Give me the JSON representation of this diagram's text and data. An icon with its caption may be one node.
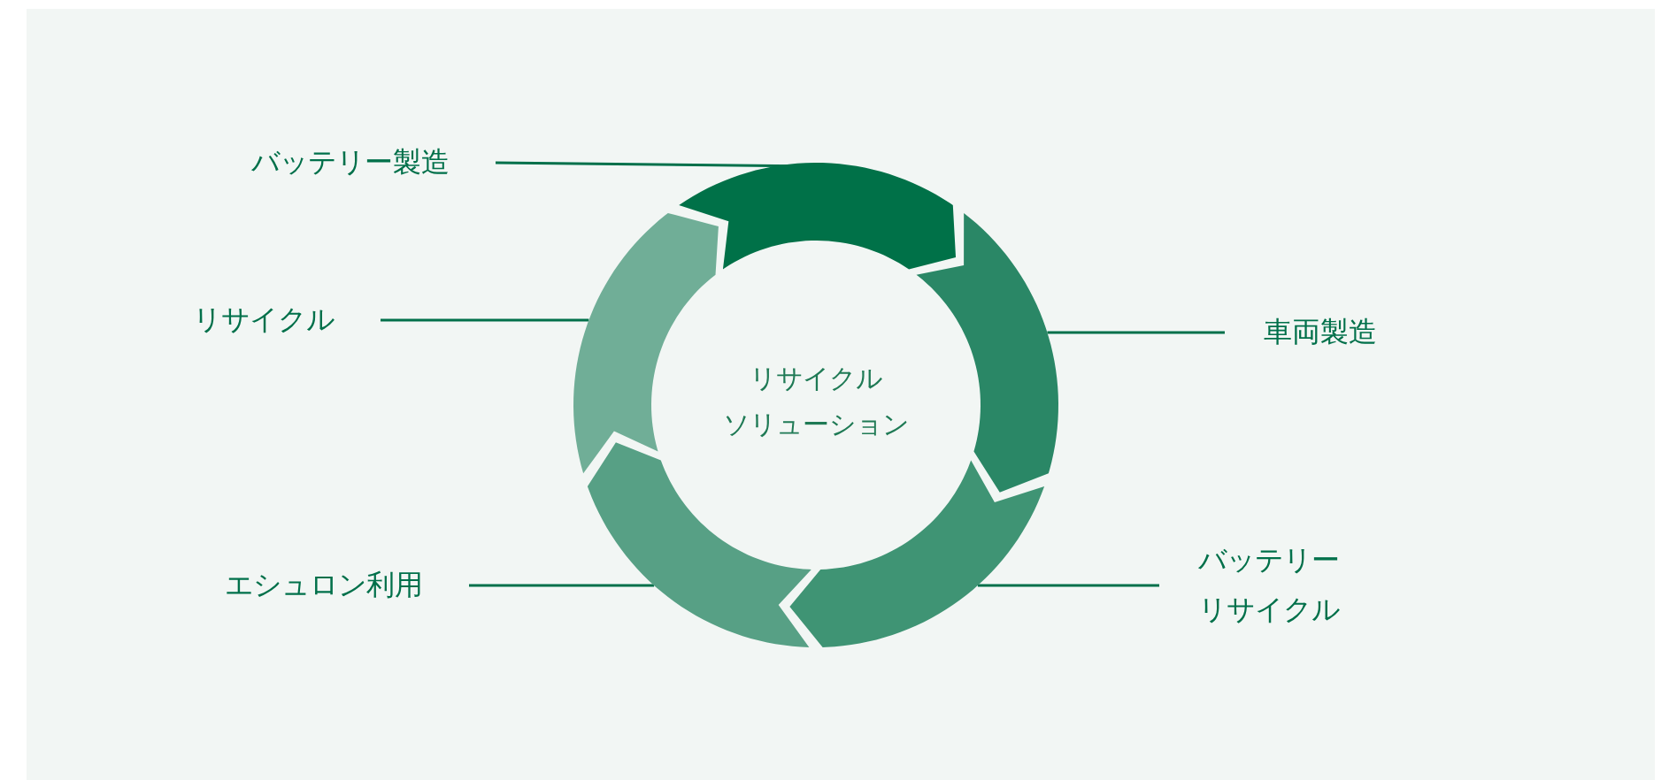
{
  "diagram": {
    "nodes": [
      {
        "text": [
          "リサイクル",
          "ソリューション"
        ]
      },
      {
        "text": [],
        "shape": "arc"
      },
      {
        "text": [],
        "shape": "arc"
      },
      {
        "text": [],
        "shape": "arc"
      },
      {
        "text": [],
        "shape": "arc"
      },
      {
        "text": [],
        "shape": "arc"
      },
      {
        "text": [
          "バッテリー製造"
        ]
      },
      {
        "text": [
          "リサイクル"
        ]
      },
      {
        "text": [
          "車両製造"
        ]
      },
      {
        "text": [
          "エシュロン利用"
        ]
      },
      {
        "text": [
          "バッテリーリサイクル"
        ]
      }
    ],
    "edges": [
      {
        "from": 6,
        "to": 1,
        "arrow": "none"
      },
      {
        "from": 7,
        "to": 5,
        "arrow": "none"
      },
      {
        "from": 8,
        "to": 2,
        "arrow": "none"
      },
      {
        "from": 9,
        "to": 4,
        "arrow": "none"
      },
      {
        "from": 10,
        "to": 3,
        "arrow": "none"
      }
    ]
  }
}
